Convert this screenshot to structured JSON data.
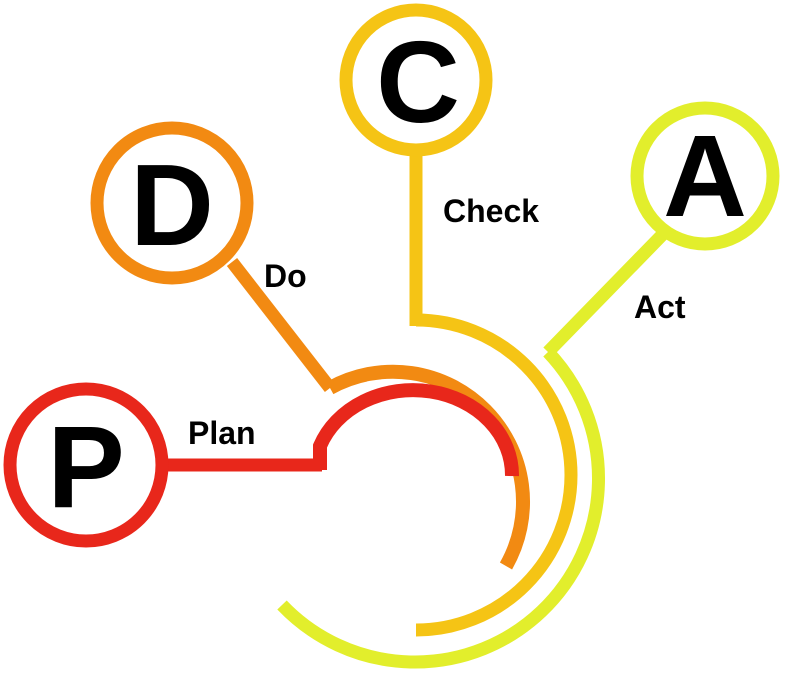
{
  "colors": {
    "plan": "#e8271b",
    "do": "#f28a12",
    "check": "#f5c415",
    "act": "#e2ee2c",
    "text": "#000000",
    "background": "#ffffff"
  },
  "stages": [
    {
      "key": "plan",
      "letter": "P",
      "word": "Plan"
    },
    {
      "key": "do",
      "letter": "D",
      "word": "Do"
    },
    {
      "key": "check",
      "letter": "C",
      "word": "Check"
    },
    {
      "key": "act",
      "letter": "A",
      "word": "Act"
    }
  ]
}
